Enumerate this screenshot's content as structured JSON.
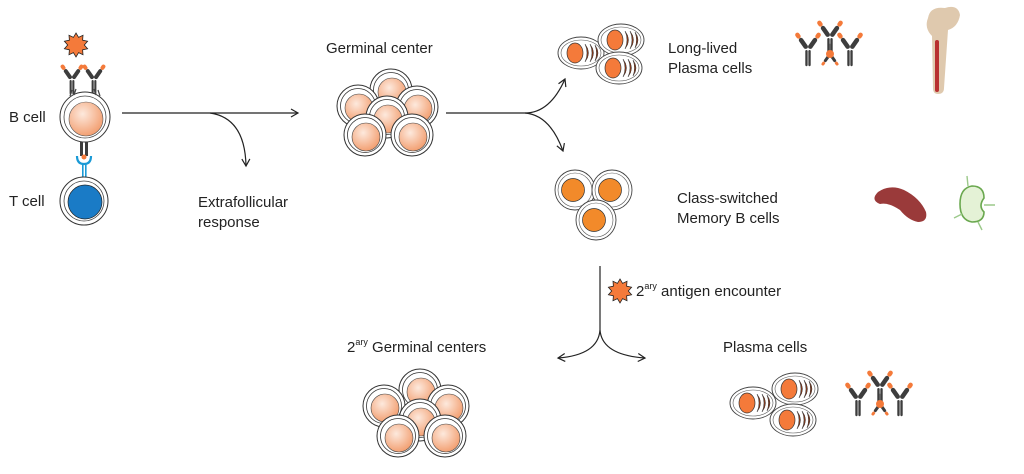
{
  "labels": {
    "b_cell": "B cell",
    "t_cell": "T cell",
    "germinal_center": "Germinal center",
    "extrafollicular_line1": "Extrafollicular",
    "extrafollicular_line2": "response",
    "long_lived_line1": "Long-lived",
    "long_lived_line2": "Plasma cells",
    "class_switched_line1": "Class-switched",
    "class_switched_line2": "Memory B cells",
    "secondary_prefix": "2",
    "secondary_superscript": "ary",
    "secondary_antigen_text": " antigen encounter",
    "secondary_gc_text": " Germinal centers",
    "plasma_cells": "Plasma cells"
  },
  "icons": {
    "antigen": "antigen-star-icon",
    "antibody": "antibody-cluster-icon",
    "bone": "bone-marrow-icon",
    "spleen": "spleen-icon",
    "lymph_node": "lymph-node-icon"
  },
  "colors": {
    "antigen_orange": "#f47a3a",
    "cell_nucleus_orange": "#f28a3a",
    "plasma_er_brown": "#8b3a1a",
    "t_cell_blue": "#1a7bc6",
    "germinal_peach": "#f6b08a",
    "antibody_gray": "#3d3d3d",
    "spleen_red": "#9a3a3a",
    "lymph_green": "#8bc070",
    "bone_tan": "#d9c0a0",
    "marrow_red": "#b83030"
  }
}
